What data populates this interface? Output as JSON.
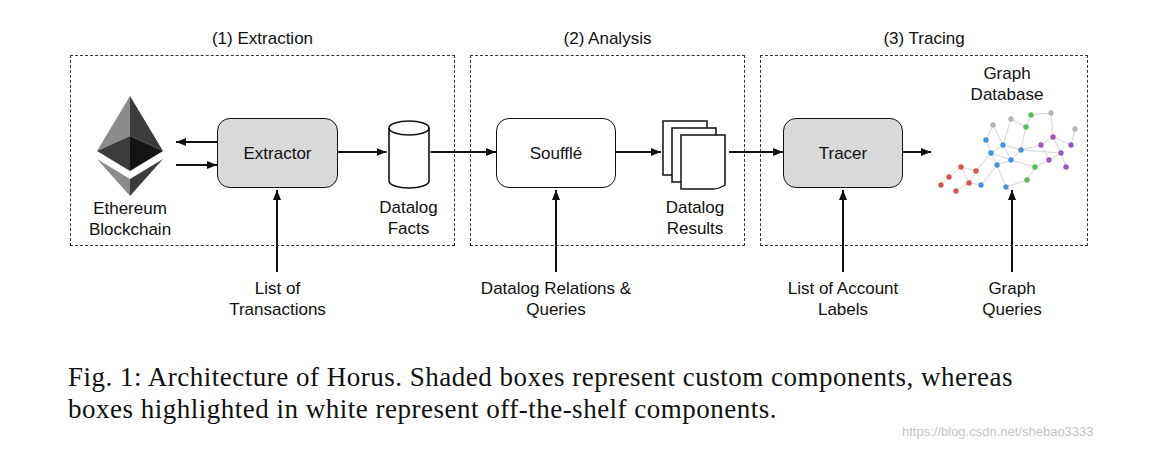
{
  "diagram": {
    "caption": "Fig. 1: Architecture of Horus. Shaded boxes represent custom components, whereas boxes highlighted in white represent off-the-shelf components.",
    "nodes": [
      {
        "text": [
          "(1) Extraction"
        ]
      },
      {
        "text": [
          "Ethereum Blockchain"
        ],
        "in": 0
      },
      {
        "text": [
          "Extractor"
        ],
        "in": 0
      },
      {
        "text": [
          "Datalog Facts"
        ],
        "in": 0
      },
      {
        "text": [
          "(2) Analysis"
        ]
      },
      {
        "text": [
          "Soufflé"
        ],
        "in": 4
      },
      {
        "text": [
          "Datalog Results"
        ],
        "in": 4
      },
      {
        "text": [
          "(3) Tracing"
        ]
      },
      {
        "text": [
          "Tracer"
        ],
        "in": 7
      },
      {
        "text": [
          "Graph Database"
        ],
        "in": 7
      }
    ],
    "edges": [
      {
        "from": 2,
        "to": 1,
        "arrow": "to"
      },
      {
        "from": 1,
        "to": 2,
        "arrow": "to"
      },
      {
        "from": 2,
        "to": 3,
        "arrow": "to"
      },
      {
        "from": 3,
        "to": 5,
        "arrow": "to"
      },
      {
        "from": 5,
        "to": 6,
        "arrow": "to"
      },
      {
        "from": 6,
        "to": 8,
        "arrow": "to"
      },
      {
        "from": 8,
        "to": 9,
        "arrow": "to"
      }
    ],
    "labels": [
      "List of Transactions",
      "Datalog Relations & Queries",
      "List of Account Labels",
      "Graph Queries",
      "https://blog.csdn.net/shebao3333"
    ]
  }
}
